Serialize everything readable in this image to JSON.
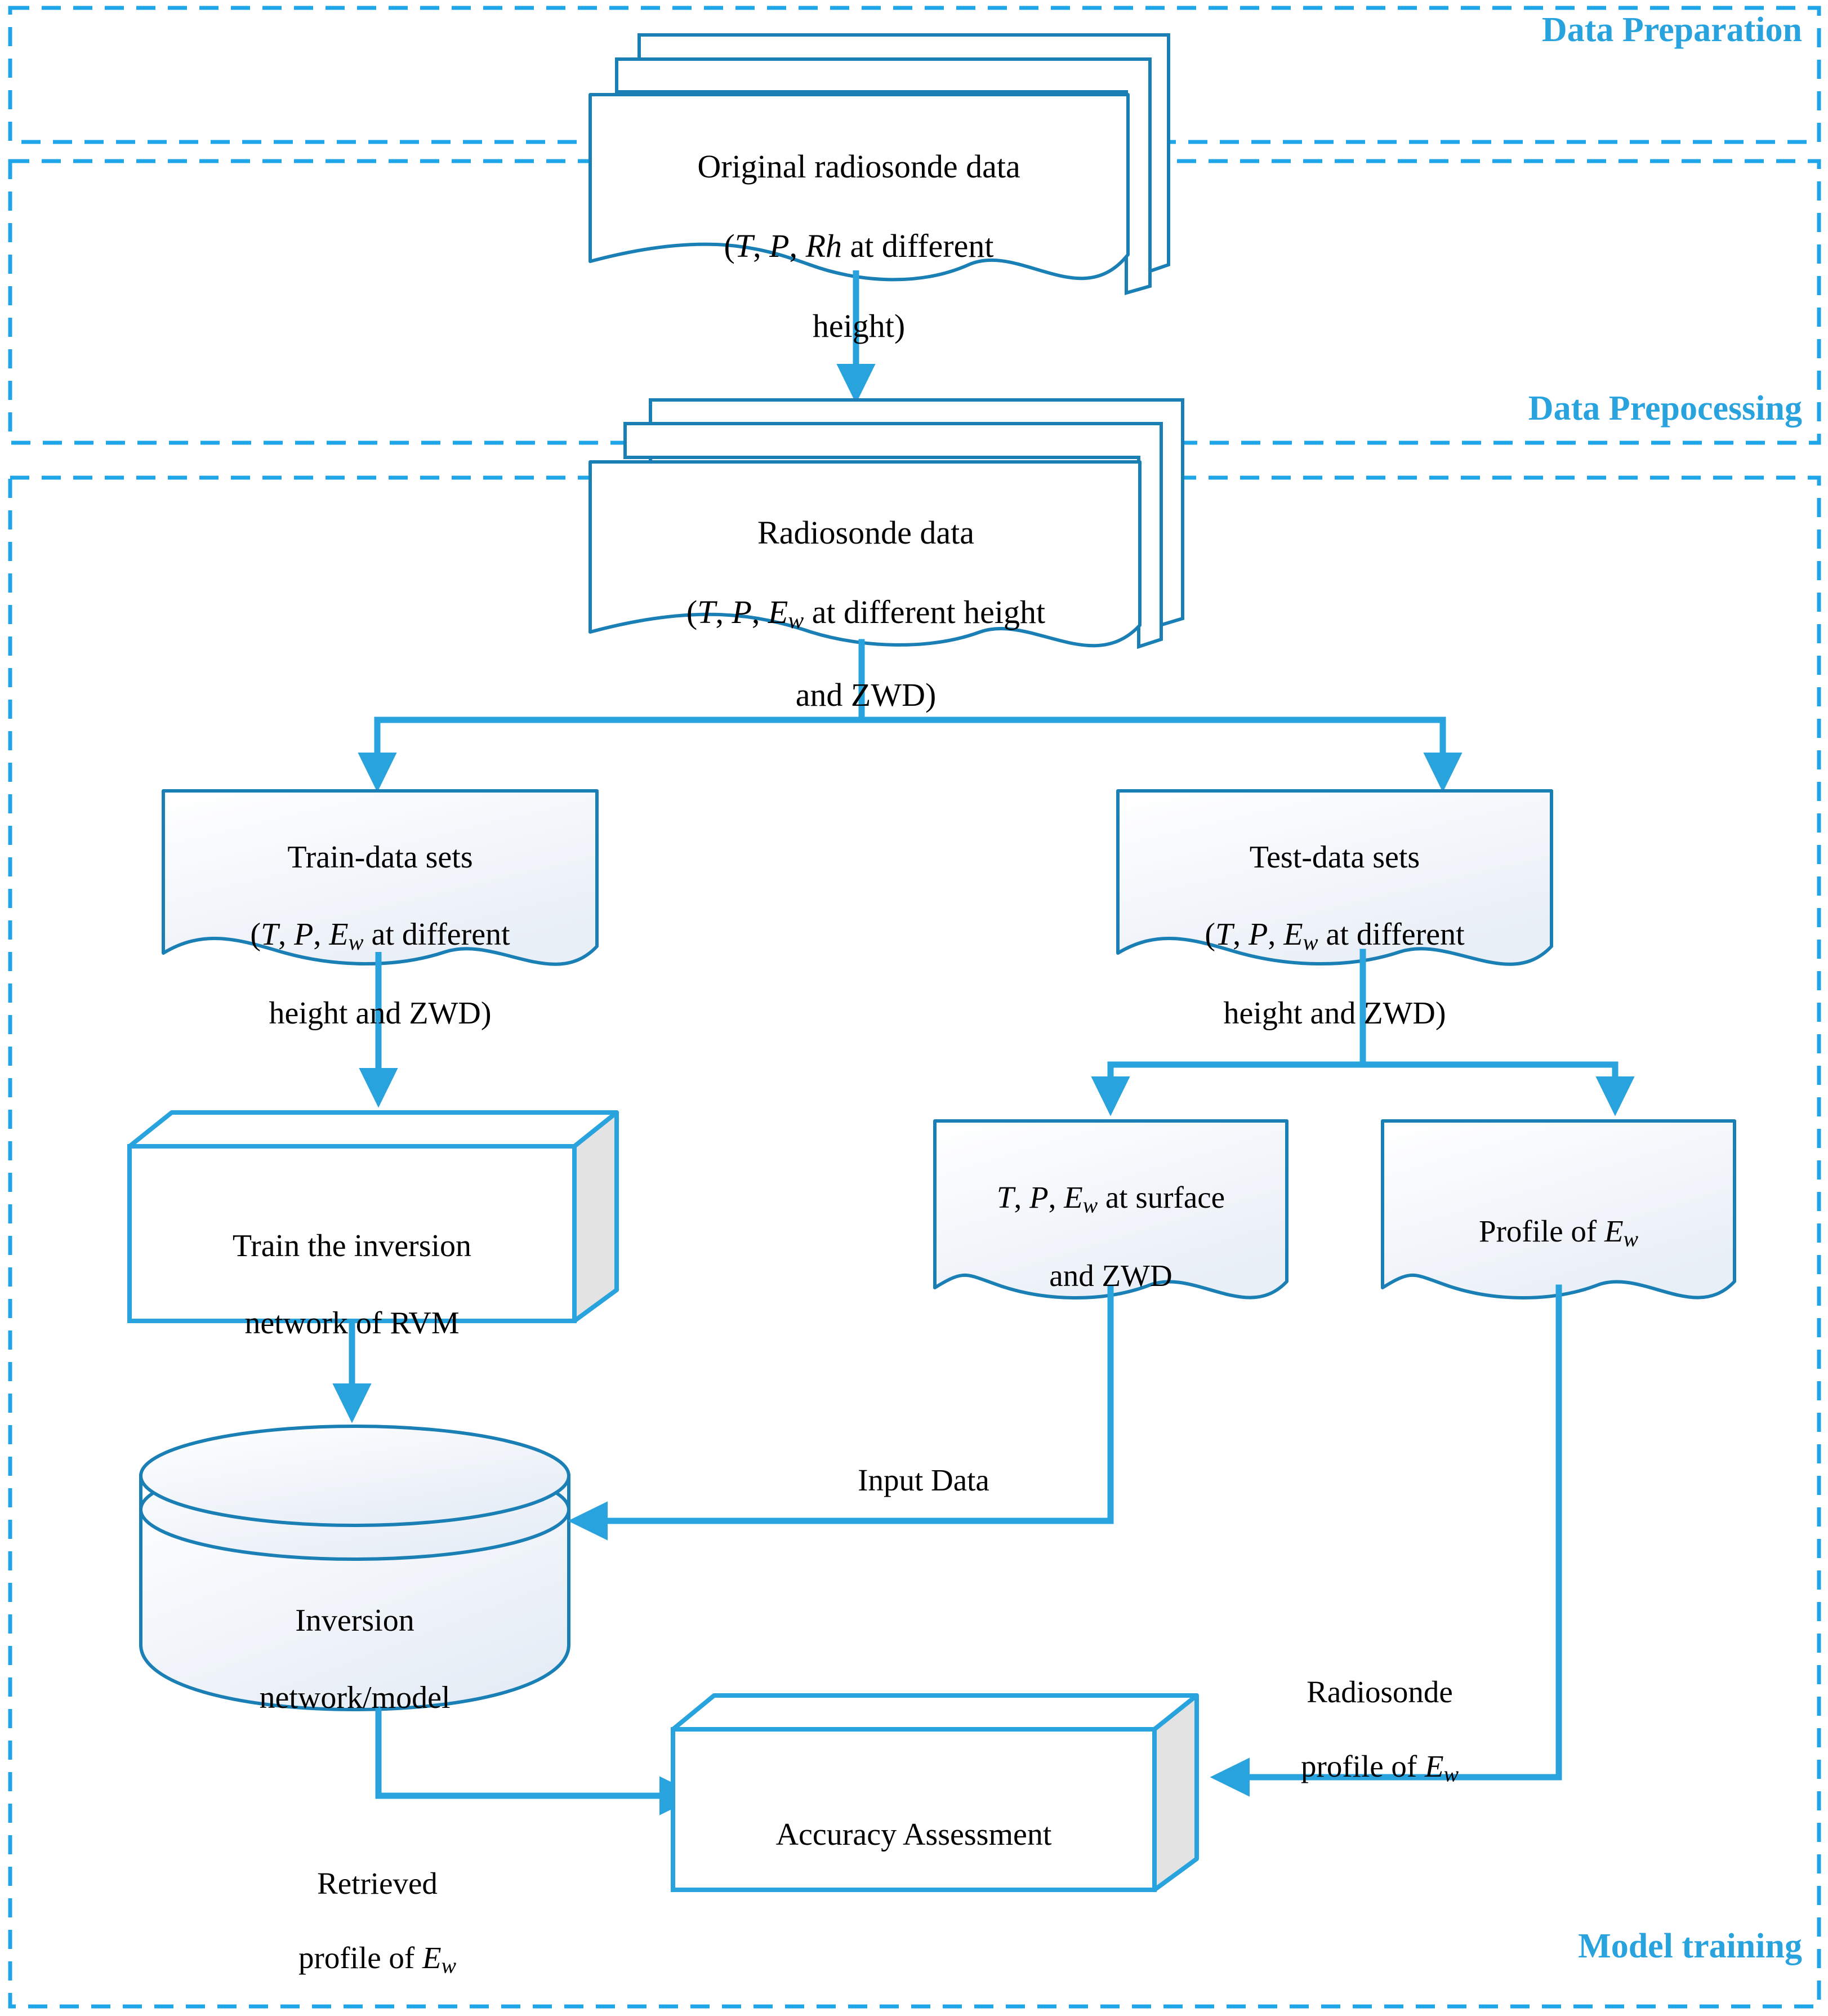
{
  "colors": {
    "accent": "#29a3dd",
    "shape_stroke": "#1a7fb5",
    "section_border": "#1fa5e8",
    "text": "#000000",
    "box_side_fill": "#e3e3e3",
    "doc_fill_top": "#ffffff",
    "doc_fill_bottom": "#eef3f9"
  },
  "sections": [
    {
      "id": "data-preparation",
      "label": "Data Preparation"
    },
    {
      "id": "data-prepocessing",
      "label": "Data Prepocessing"
    },
    {
      "id": "model-training",
      "label": "Model training"
    }
  ],
  "nodes": {
    "original_radiosonde": {
      "shape": "multi-document",
      "line1": "Original radiosonde data",
      "line2_pre": "(",
      "line2_T": "T",
      "line2_c1": ", ",
      "line2_P": "P",
      "line2_c2": ", ",
      "line2_Rh": "Rh",
      "line2_post": " at different",
      "line3": "height)"
    },
    "radiosonde_data": {
      "shape": "multi-document",
      "line1": "Radiosonde data",
      "line2_pre": "(",
      "line2_T": "T",
      "line2_c1": ", ",
      "line2_P": "P",
      "line2_c2": ", ",
      "line2_E": "E",
      "line2_sub": "w",
      "line2_post": " at different height",
      "line3": "and ZWD)"
    },
    "train_data": {
      "shape": "document",
      "line1": "Train-data sets",
      "line2_pre": "(",
      "line2_T": "T",
      "line2_c1": ", ",
      "line2_P": "P",
      "line2_c2": ", ",
      "line2_E": "E",
      "line2_sub": "w",
      "line2_post": " at different",
      "line3": "height and ZWD)"
    },
    "test_data": {
      "shape": "document",
      "line1": "Test-data sets",
      "line2_pre": "(",
      "line2_T": "T",
      "line2_c1": ", ",
      "line2_P": "P",
      "line2_c2": ", ",
      "line2_E": "E",
      "line2_sub": "w",
      "line2_post": " at different",
      "line3": "height and ZWD)"
    },
    "train_network": {
      "shape": "cube",
      "line1": "Train the inversion",
      "line2": "network of RVM"
    },
    "surface_data": {
      "shape": "document",
      "line1_T": "T",
      "line1_c1": ", ",
      "line1_P": "P",
      "line1_c2": ", ",
      "line1_E": "E",
      "line1_sub": "w",
      "line1_post": " at surface",
      "line2": "and ZWD"
    },
    "profile_ew": {
      "shape": "document",
      "line1_pre": "Profile of ",
      "line1_E": "E",
      "line1_sub": "w"
    },
    "inversion_model": {
      "shape": "cylinder",
      "line1": "Inversion",
      "line2": "network/model"
    },
    "accuracy_assessment": {
      "shape": "cube",
      "line1": "Accuracy Assessment"
    }
  },
  "edge_labels": {
    "input_data": "Input Data",
    "radiosonde_profile_line1": "Radiosonde",
    "radiosonde_profile_pre": "profile of ",
    "radiosonde_profile_E": "E",
    "radiosonde_profile_sub": "w",
    "retrieved_profile_line1": "Retrieved",
    "retrieved_profile_pre": "profile of ",
    "retrieved_profile_E": "E",
    "retrieved_profile_sub": "w"
  }
}
